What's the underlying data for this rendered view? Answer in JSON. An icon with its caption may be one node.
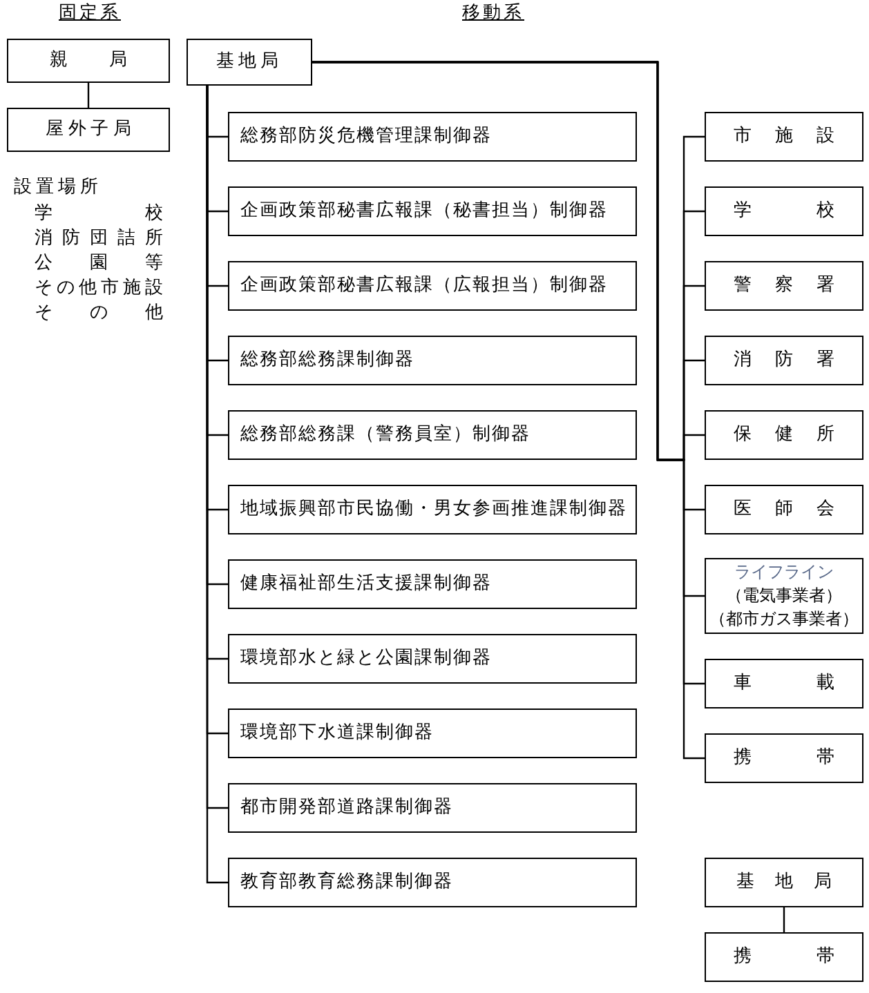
{
  "diagram": {
    "nodes": [
      {
        "text": [
          "親局"
        ]
      },
      {
        "text": [
          "屋外子局"
        ]
      },
      {
        "text": [
          "基地局"
        ]
      },
      {
        "text": [
          "総務部防災危機管理課制御器"
        ]
      },
      {
        "text": [
          "企画政策部秘書広報課（秘書担当）制御器"
        ]
      },
      {
        "text": [
          "企画政策部秘書広報課（広報担当）制御器"
        ]
      },
      {
        "text": [
          "総務部総務課制御器"
        ]
      },
      {
        "text": [
          "総務部総務課（警務員室）制御器"
        ]
      },
      {
        "text": [
          "地域振興部市民協働・男女参画推進課制御器"
        ]
      },
      {
        "text": [
          "健康福祉部生活支援課制御器"
        ]
      },
      {
        "text": [
          "環境部水と緑と公園課制御器"
        ]
      },
      {
        "text": [
          "環境部下水道課制御器"
        ]
      },
      {
        "text": [
          "都市開発部道路課制御器"
        ]
      },
      {
        "text": [
          "教育部教育総務課制御器"
        ]
      },
      {
        "text": [
          "市施設"
        ]
      },
      {
        "text": [
          "学校"
        ]
      },
      {
        "text": [
          "警察署"
        ]
      },
      {
        "text": [
          "消防署"
        ]
      },
      {
        "text": [
          "保健所"
        ]
      },
      {
        "text": [
          "医師会"
        ]
      },
      {
        "text": [
          "ライフライン",
          "（電気事業者）",
          "（都市ガス事業者）"
        ]
      },
      {
        "text": [
          "車載"
        ]
      },
      {
        "text": [
          "携帯"
        ]
      },
      {
        "text": [
          "基地局"
        ]
      },
      {
        "text": [
          "携帯"
        ]
      }
    ],
    "edges": [
      {
        "from": 0,
        "to": 1,
        "arrow": "none"
      },
      {
        "from": 2,
        "to": 3,
        "arrow": "none"
      },
      {
        "from": 2,
        "to": 4,
        "arrow": "none"
      },
      {
        "from": 2,
        "to": 5,
        "arrow": "none"
      },
      {
        "from": 2,
        "to": 6,
        "arrow": "none"
      },
      {
        "from": 2,
        "to": 7,
        "arrow": "none"
      },
      {
        "from": 2,
        "to": 8,
        "arrow": "none"
      },
      {
        "from": 2,
        "to": 9,
        "arrow": "none"
      },
      {
        "from": 2,
        "to": 10,
        "arrow": "none"
      },
      {
        "from": 2,
        "to": 11,
        "arrow": "none"
      },
      {
        "from": 2,
        "to": 12,
        "arrow": "none"
      },
      {
        "from": 2,
        "to": 13,
        "arrow": "none"
      },
      {
        "from": 2,
        "to": 14,
        "arrow": "none"
      },
      {
        "from": 2,
        "to": 15,
        "arrow": "none"
      },
      {
        "from": 2,
        "to": 16,
        "arrow": "none"
      },
      {
        "from": 2,
        "to": 17,
        "arrow": "none"
      },
      {
        "from": 2,
        "to": 18,
        "arrow": "none"
      },
      {
        "from": 2,
        "to": 19,
        "arrow": "none"
      },
      {
        "from": 2,
        "to": 20,
        "arrow": "none"
      },
      {
        "from": 2,
        "to": 21,
        "arrow": "none"
      },
      {
        "from": 2,
        "to": 22,
        "arrow": "none"
      },
      {
        "from": 23,
        "to": 24,
        "arrow": "none"
      }
    ],
    "labels": [
      "固定系",
      "移動系",
      "設置場所",
      "学校",
      "消防団詰所",
      "公園等",
      "その他市施設",
      "その他"
    ]
  }
}
